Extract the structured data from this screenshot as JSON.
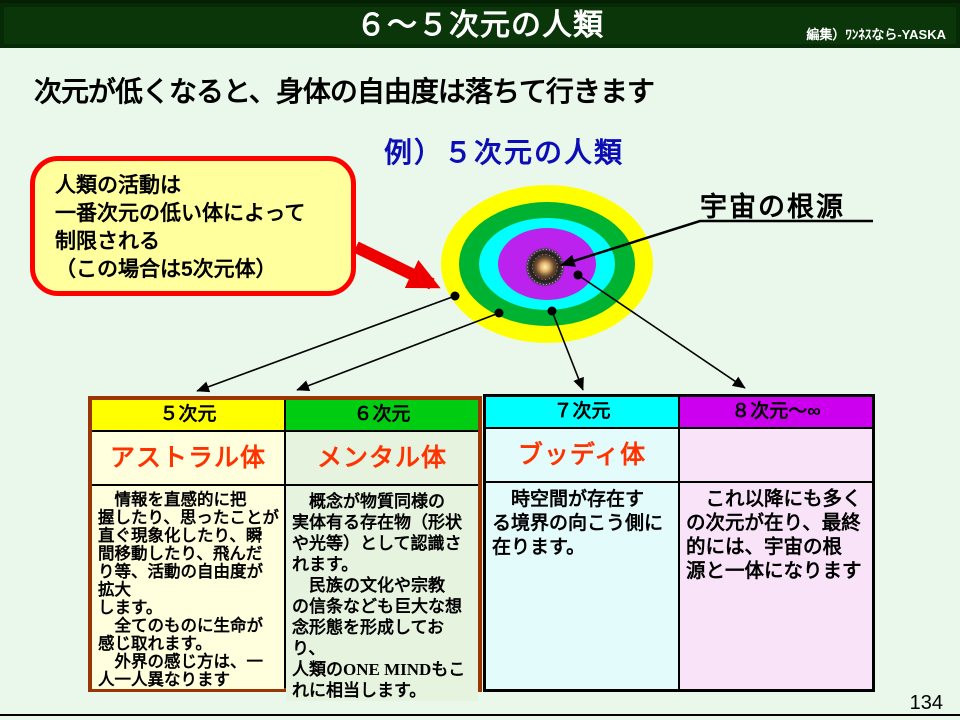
{
  "slide": {
    "title": "６～５次元の人類",
    "credit": "編集）ﾜﾝﾈｽなら-YASKA",
    "heading": "次元が低くなると、身体の自由度は落ちて行きます",
    "example_label": "例）５次元の人類",
    "callout_text": "人類の活動は\n一番次元の低い体によって\n制限される\n（この場合は5次元体）",
    "origin_label": "宇宙の根源",
    "page_number": "134"
  },
  "diagram": {
    "rings": [
      {
        "name": "ring-5th-dimension",
        "color": "#FFFF00"
      },
      {
        "name": "ring-6th-dimension",
        "color": "#00B232"
      },
      {
        "name": "ring-7th-dimension",
        "color": "#00FFFF"
      },
      {
        "name": "core-8th-dimension",
        "color": "#BB22EE"
      }
    ],
    "arrow_color": "#EE0000"
  },
  "table": {
    "name_text_color": "#FF3300",
    "columns": [
      {
        "dimension": "５次元",
        "header_color": "#FFFF00",
        "body_color": "#FFFFDE",
        "body_name": "アストラル体",
        "description": "　情報を直感的に把\n握したり、思ったことが\n直ぐ現象化したり、瞬\n間移動したり、飛んだ\nり等、活動の自由度が\n拡大\nします。\n　全てのものに生命が\n感じ取れます。\n　外界の感じ方は、一\n人一人異なります"
      },
      {
        "dimension": "６次元",
        "header_color": "#00CC11",
        "body_color": "#E6F3DF",
        "body_name": "メンタル体",
        "description": "　概念が物質同様の\n実体有る存在物（形状\nや光等）として認識さ\nれます。\n　民族の文化や宗教\nの信条なども巨大な想\n念形態を形成しており、\n人類のONE MINDもこ\nれに相当します。"
      },
      {
        "dimension": "７次元",
        "header_color": "#00FFFF",
        "body_color": "#E4FBFB",
        "body_name": "ブッディ体",
        "description": "　時空間が存在す\nる境界の向こう側に\n在ります。"
      },
      {
        "dimension": "８次元～∞",
        "header_color": "#CC00EE",
        "body_color": "#F8E3F8",
        "body_name": "",
        "description": "　これ以降にも多く\nの次元が在り、最終\n的には、宇宙の根\n源と一体になります"
      }
    ]
  }
}
